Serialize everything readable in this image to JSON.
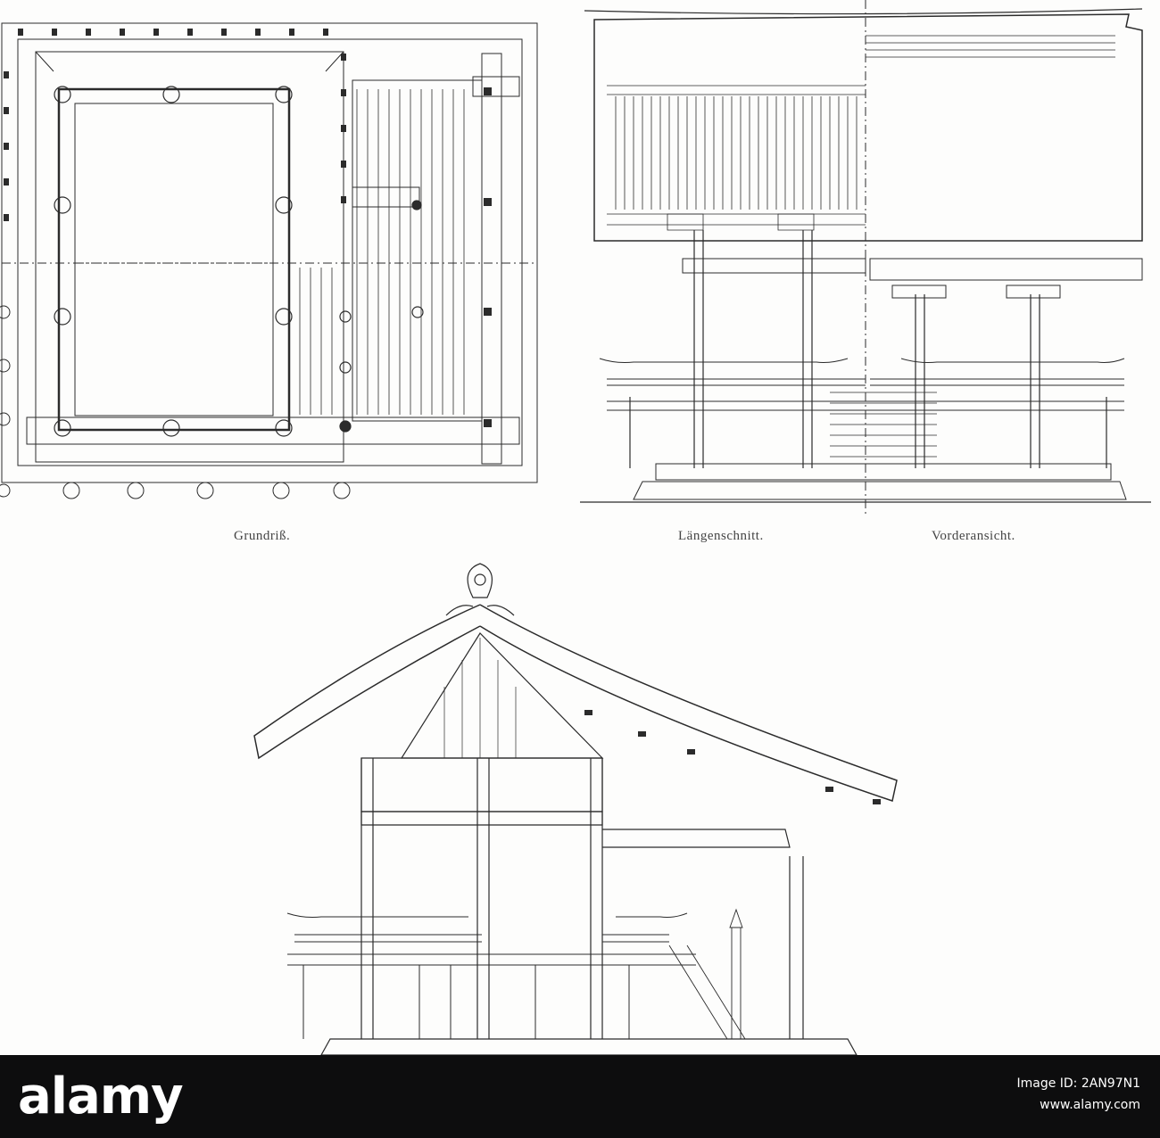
{
  "captions": {
    "plan": "Grundriß.",
    "section": "Längenschnitt.",
    "front": "Vorderansicht."
  },
  "stock": {
    "brand": "alamy",
    "image_id_label": "Image ID: 2AN97N1",
    "site": "www.alamy.com"
  },
  "colors": {
    "ink": "#2b2b2b",
    "paper": "#fdfdfc",
    "bar": "#0d0d0e"
  }
}
